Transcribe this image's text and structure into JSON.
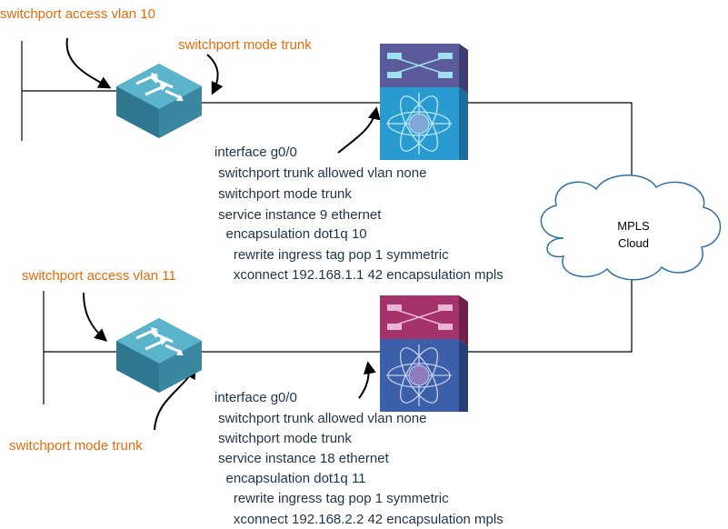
{
  "colors": {
    "orange_label": "#E46C0A",
    "config_text": "#1F3349",
    "switch_teal": "#4AA3BE",
    "router_top_blue": "#5B5A9B",
    "router_bottom_blue": "#2A9BD1",
    "router_top_pink": "#A3336A",
    "router_bottom_pink": "#3B5FA9",
    "line": "#000000"
  },
  "site1": {
    "access_label": "switchport access vlan 10",
    "trunk_label": "switchport mode trunk",
    "config": [
      "interface g0/0",
      " switchport trunk allowed vlan none",
      " switchport mode trunk",
      " service instance 9 ethernet",
      "   encapsulation dot1q 10",
      "     rewrite ingress tag pop 1 symmetric",
      "     xconnect 192.168.1.1 42 encapsulation mpls"
    ]
  },
  "site2": {
    "access_label": "switchport access vlan 11",
    "trunk_label": "switchport mode trunk",
    "config": [
      "interface g0/0",
      " switchport trunk allowed vlan none",
      " switchport mode trunk",
      " service instance 18 ethernet",
      "   encapsulation dot1q 11",
      "     rewrite ingress tag pop 1 symmetric",
      "     xconnect 192.168.2.2 42 encapsulation mpls"
    ]
  },
  "cloud": {
    "line1": "MPLS",
    "line2": "Cloud"
  }
}
